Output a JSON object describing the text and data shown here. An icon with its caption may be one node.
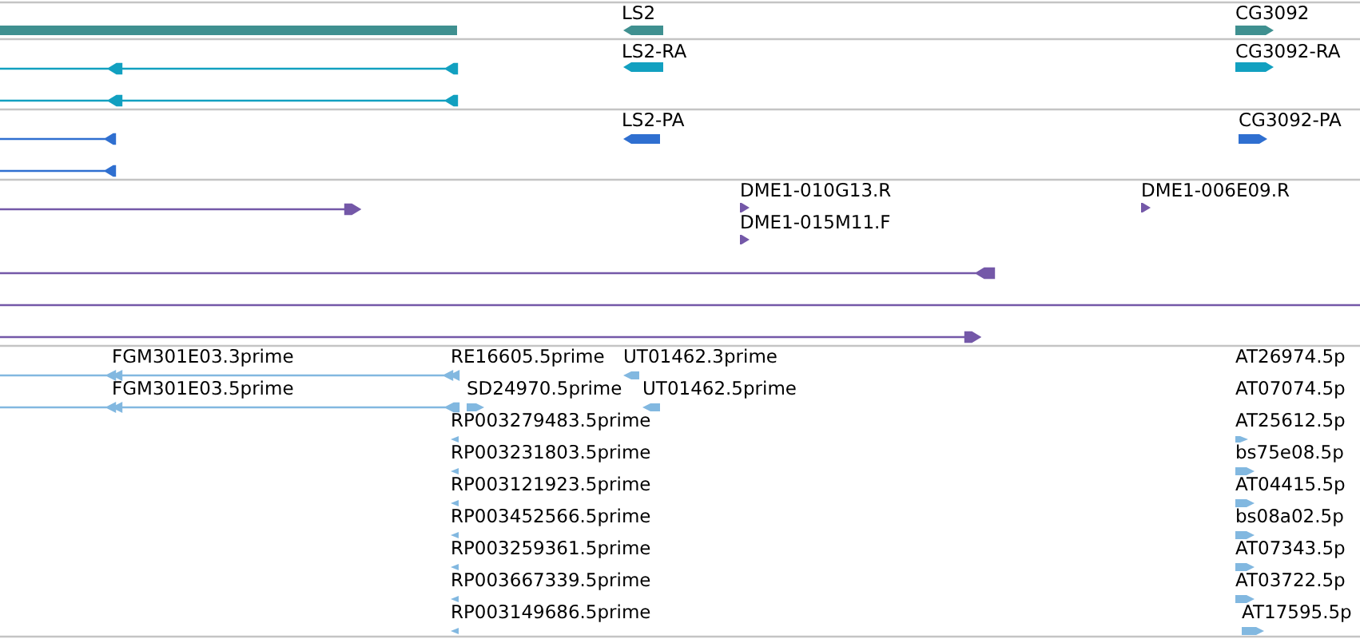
{
  "diagram": {
    "labels": [
      "LS2",
      "CG3092",
      "LS2-RA",
      "CG3092-RA",
      "LS2-PA",
      "CG3092-PA",
      "DME1-010G13.R",
      "DME1-006E09.R",
      "DME1-015M11.F",
      "FGM301E03.3prime",
      "RE16605.5prime",
      "UT01462.3prime",
      "AT26974.5p",
      "FGM301E03.5prime",
      "SD24970.5prime",
      "UT01462.5prime",
      "AT07074.5p",
      "RP003279483.5prime",
      "AT25612.5p",
      "RP003231803.5prime",
      "bs75e08.5p",
      "RP003121923.5prime",
      "AT04415.5p",
      "RP003452566.5prime",
      "bs08a02.5p",
      "RP003259361.5prime",
      "AT07343.5p",
      "RP003667339.5prime",
      "AT03722.5p",
      "RP003149686.5prime",
      "AT17595.5p"
    ]
  }
}
